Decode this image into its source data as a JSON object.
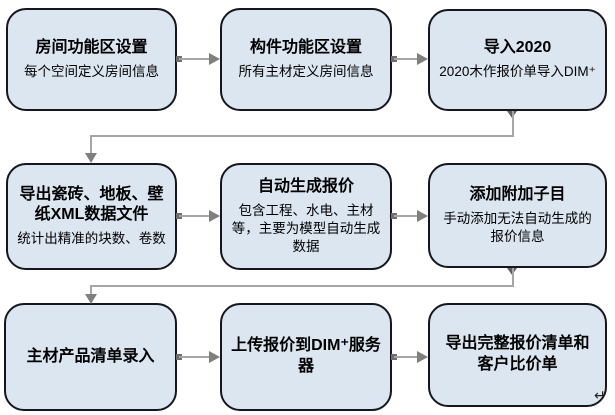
{
  "flowchart": {
    "boxes": [
      {
        "title": "房间功能区设置",
        "subtitle": "每个空间定义房间信息"
      },
      {
        "title": "构件功能区设置",
        "subtitle": "所有主材定义房间信息"
      },
      {
        "title": "导入2020",
        "subtitle": "2020木作报价单导入DIM⁺"
      },
      {
        "title": "导出瓷砖、地板、壁纸XML数据文件",
        "subtitle": "统计出精准的块数、卷数"
      },
      {
        "title": "自动生成报价",
        "subtitle": "包含工程、水电、主材等，主要为模型自动生成数据"
      },
      {
        "title": "添加附加子目",
        "subtitle": "手动添加无法自动生成的报价信息"
      },
      {
        "title": "主材产品清单录入",
        "subtitle": ""
      },
      {
        "title": "上传报价到DIM⁺服务器",
        "subtitle": ""
      },
      {
        "title": "导出完整报价清单和客户比价单",
        "subtitle": ""
      }
    ],
    "colors": {
      "box_fill": "#dce6f1",
      "box_border": "#16161e",
      "connector_line": "#a6a6a6",
      "arrowhead": "#7f7f7f"
    },
    "paragraph_mark": "↵"
  }
}
